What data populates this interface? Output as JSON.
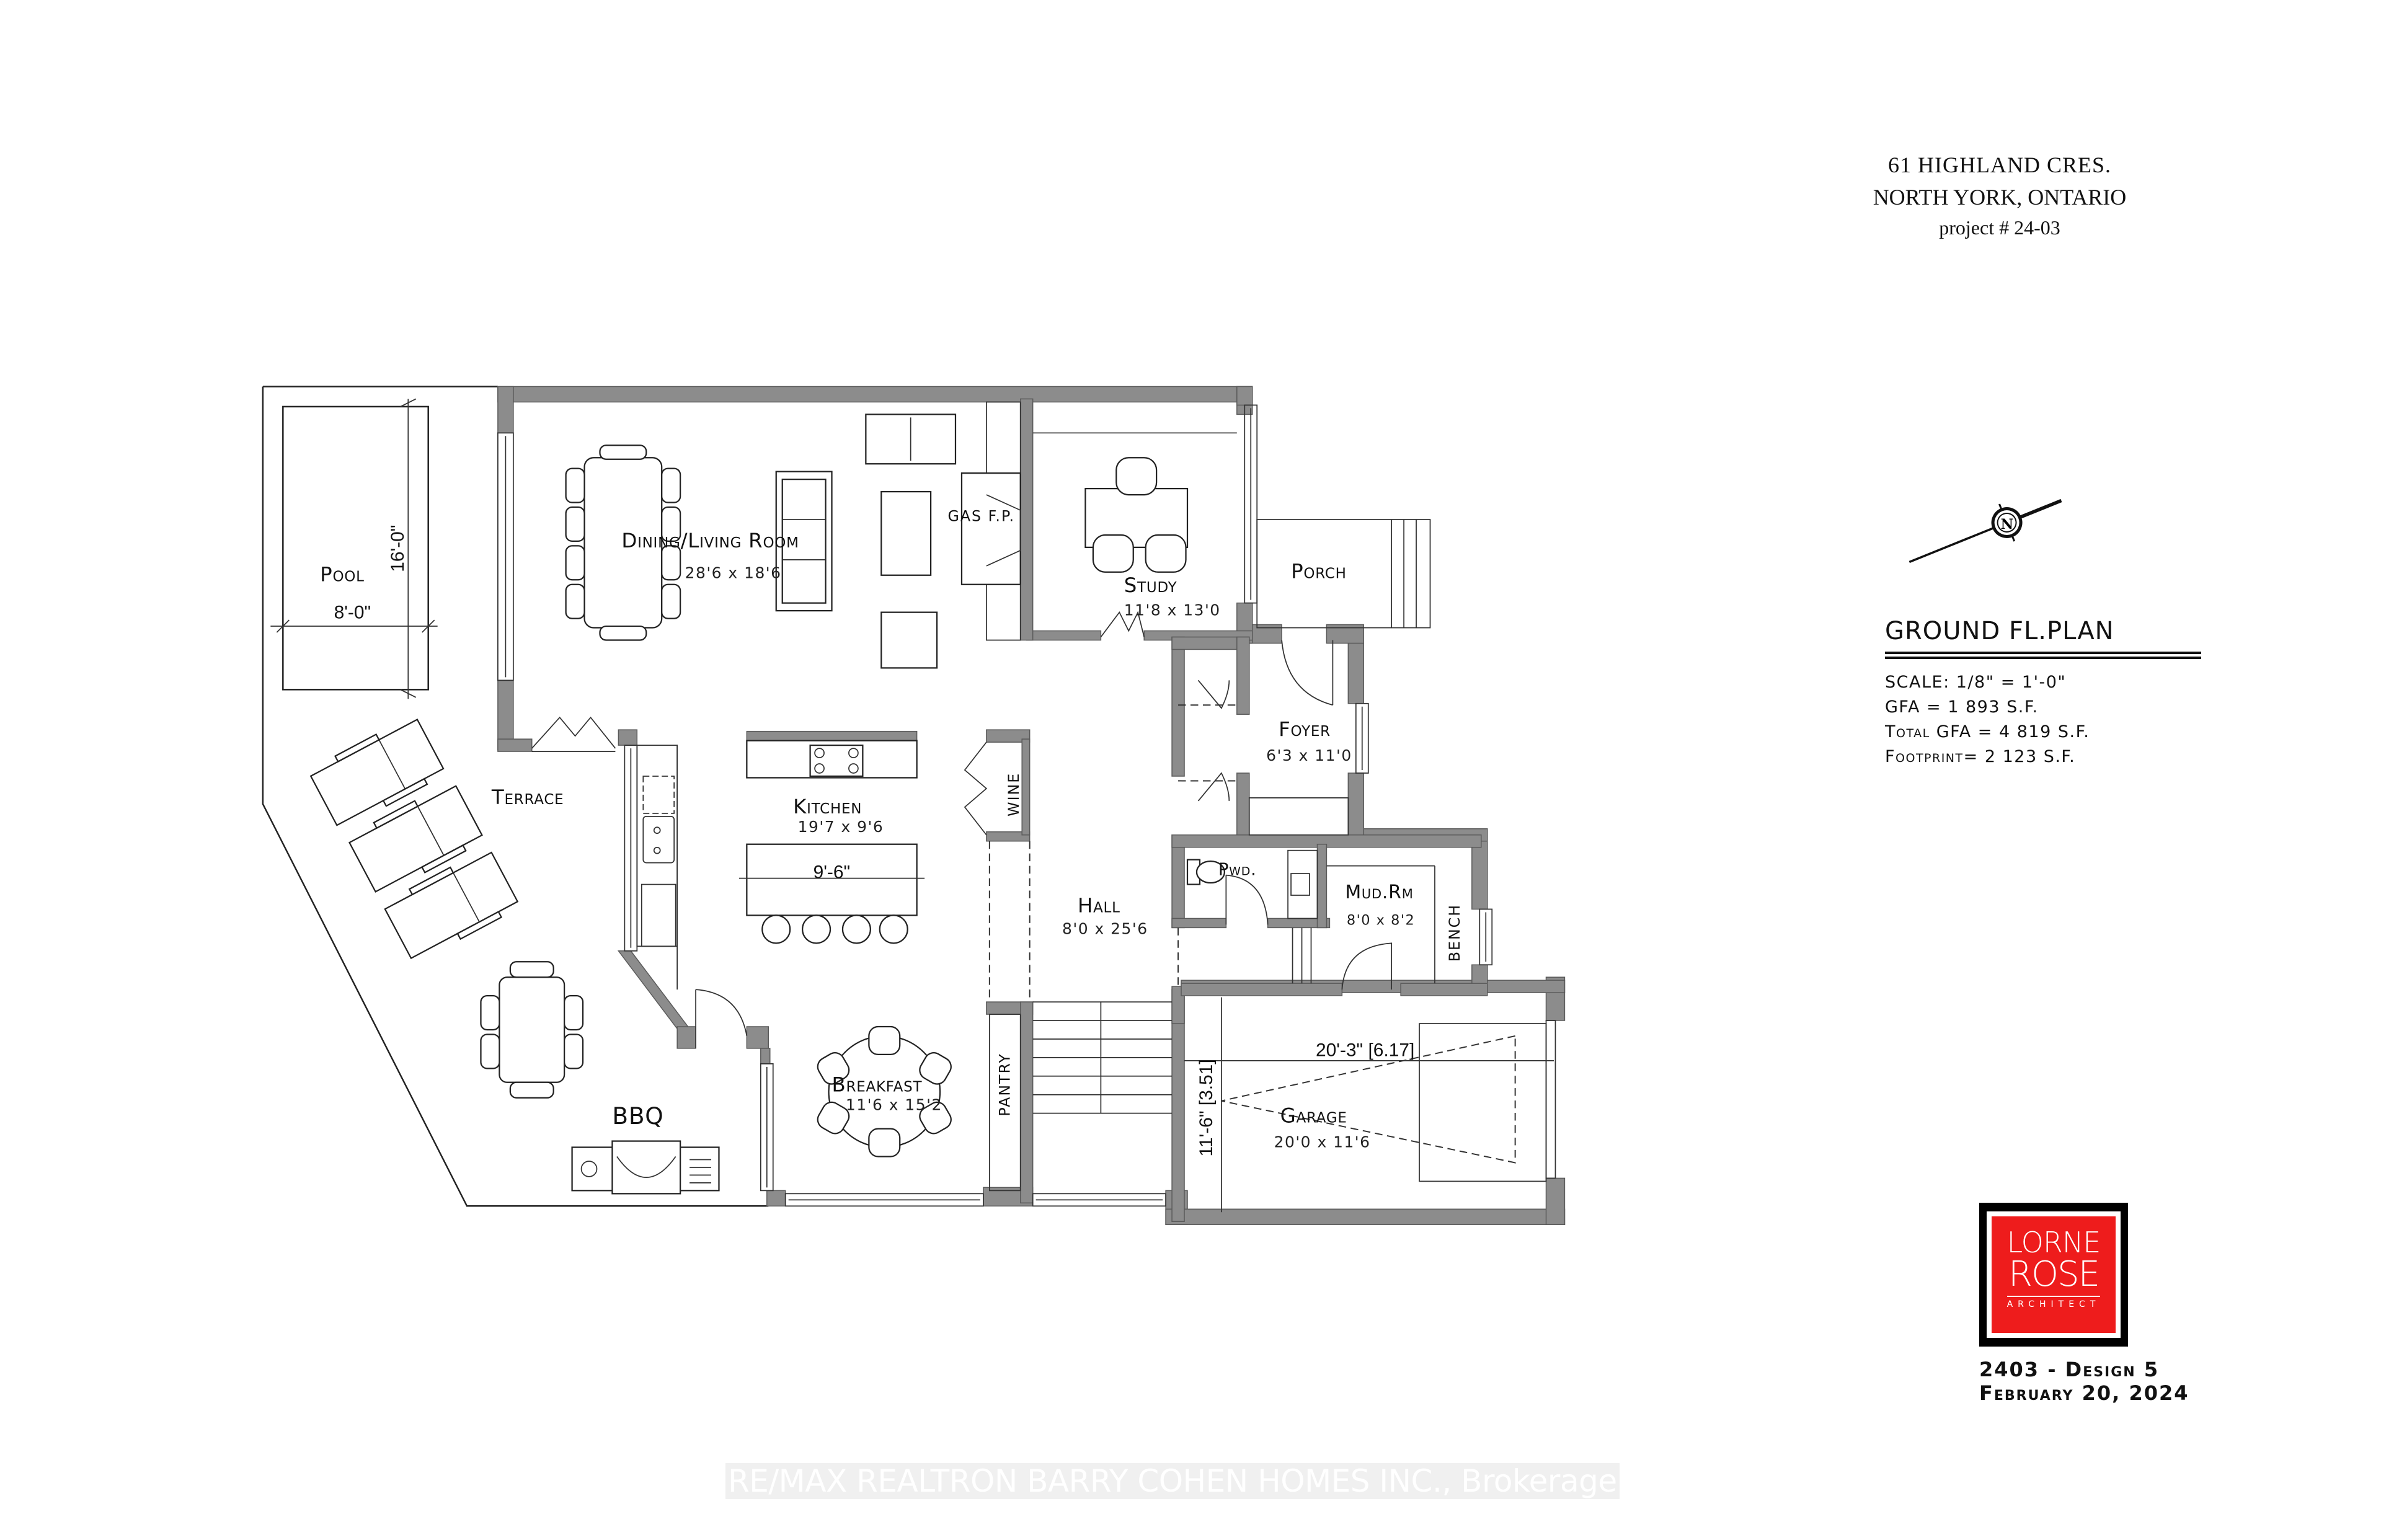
{
  "title_block": {
    "address_line1": "61  HIGHLAND  CRES.",
    "address_line2": "NORTH YORK, ONTARIO",
    "project": "project # 24-03"
  },
  "plan_info": {
    "heading": "GROUND FL.PLAN",
    "scale": "SCALE:  1/8\" = 1'-0\"",
    "gfa": "GFA = 1 893 S.F.",
    "total_gfa": "Total GFA = 4 819 S.F.",
    "footprint": "Footprint= 2 123 S.F."
  },
  "north_arrow": {
    "icon": "north-arrow-icon",
    "label": "N"
  },
  "logo": {
    "line1": "LORNE",
    "line2": "ROSE",
    "line3": "ARCHITECT",
    "colors": {
      "red": "#ee1c1c",
      "frame": "#000000"
    }
  },
  "design_info": {
    "design": "2403 - Design 5",
    "date": "February 20, 2024"
  },
  "watermark": "RE/MAX REALTRON BARRY COHEN HOMES INC., Brokerage",
  "rooms": {
    "pool": {
      "label": "Pool",
      "length_dim": "16'-0\"",
      "width_dim": "8'-0\""
    },
    "terrace": {
      "label": "Terrace"
    },
    "bbq": {
      "label": "BBQ"
    },
    "dining_living": {
      "label": "Dining/Living  Room",
      "size": "28'6 x 18'6"
    },
    "gas_fp": {
      "label": "GAS F.P."
    },
    "study": {
      "label": "Study",
      "size": "11'8 x 13'0"
    },
    "porch": {
      "label": "Porch"
    },
    "foyer": {
      "label": "Foyer",
      "size": "6'3 x 11'0"
    },
    "kitchen": {
      "label": "Kitchen",
      "size": "19'7 x 9'6",
      "island_dim": "9'-6\""
    },
    "wine": {
      "label": "WINE"
    },
    "hall": {
      "label": "Hall",
      "size": "8'0 x 25'6"
    },
    "pwd": {
      "label": "Pwd."
    },
    "mud_room": {
      "label": "Mud.Rm",
      "size": "8'0 x 8'2"
    },
    "bench": {
      "label": "BENCH"
    },
    "breakfast": {
      "label": "Breakfast",
      "size": "11'6 x 15'2"
    },
    "pantry": {
      "label": "PANTRY"
    },
    "garage": {
      "label": "Garage",
      "size": "20'0 x 11'6",
      "length_dim": "20'-3\" [6.17]",
      "width_dim": "11'-6\" [3.51]"
    }
  },
  "colors": {
    "wall": "#8c8c8c",
    "line": "#222222",
    "background": "#ffffff"
  }
}
